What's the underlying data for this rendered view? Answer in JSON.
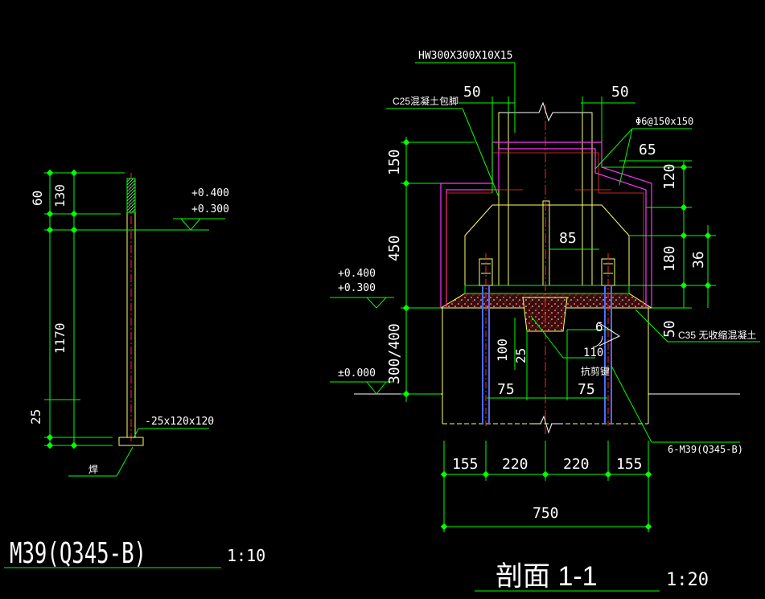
{
  "colors": {
    "background": "#000000",
    "dimension": "#00ff00",
    "text": "#ffffff",
    "steel": "#ffff66",
    "rebar": "#ff33ff",
    "anchor": "#ff3333",
    "bolt": "#4d6bff",
    "centerline": "#ff2222"
  },
  "left_detail": {
    "title": "M39(Q345-B)",
    "scale": "1:10",
    "dims": {
      "d60": "60",
      "d130": "130",
      "d1170": "1170",
      "d25": "25"
    },
    "levels": {
      "top": "+0.400",
      "bottom": "+0.300"
    },
    "plate_label": "-25x120x120",
    "weld_label": "焊"
  },
  "section": {
    "title": "剖面 1-1",
    "scale": "1:20",
    "column_label": "HW300X300X10X15",
    "concrete_label": "C25混凝土包脚",
    "stirrup_label": "Φ6@150x150",
    "grout_label": "C35 无收缩混凝土",
    "shear_key_label": "抗剪键",
    "bolt_label": "6-M39(Q345-B)",
    "levels": {
      "top": "+0.400",
      "bottom": "+0.300",
      "ground": "±0.000"
    },
    "dims": {
      "d50_left": "50",
      "d50_right": "50",
      "d150": "150",
      "d450": "450",
      "d300_400": "300/400",
      "d65": "65",
      "d120": "120",
      "d180": "180",
      "d36": "36",
      "d85": "85",
      "d50_grout": "50",
      "d6": "6",
      "d110": "110",
      "d100": "100",
      "d25": "25",
      "d75_left": "75",
      "d75_right": "75",
      "d155_left": "155",
      "d220_left": "220",
      "d220_right": "220",
      "d155_right": "155",
      "d750": "750"
    }
  }
}
